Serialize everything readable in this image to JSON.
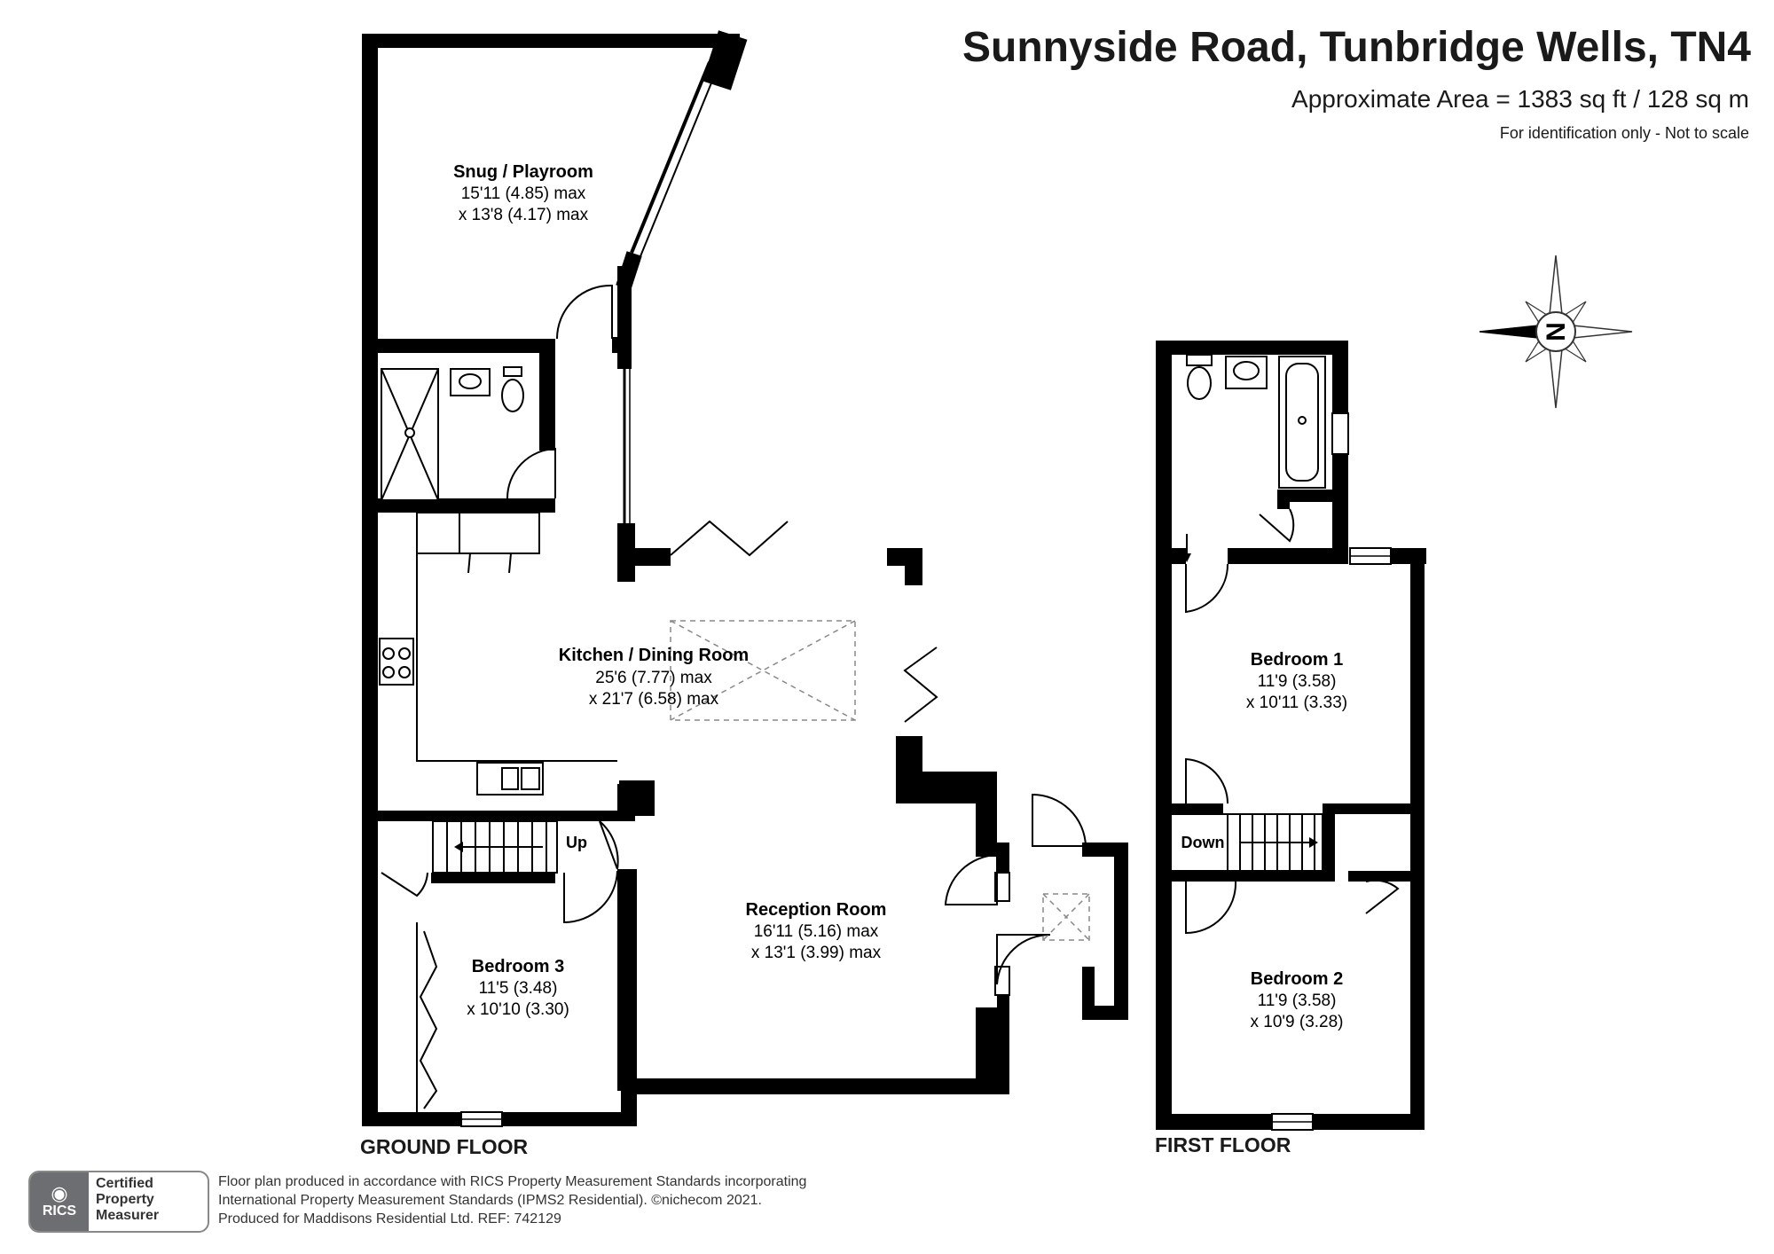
{
  "header": {
    "title": "Sunnyside Road, Tunbridge Wells, TN4",
    "area": "Approximate Area = 1383 sq ft / 128 sq m",
    "note": "For identification only - Not to scale"
  },
  "compass": {
    "label": "N"
  },
  "floors": {
    "ground": "GROUND FLOOR",
    "first": "FIRST FLOOR"
  },
  "rooms": {
    "snug": {
      "name": "Snug / Playroom",
      "dim1": "15'11 (4.85) max",
      "dim2": "x 13'8 (4.17) max"
    },
    "kitchen": {
      "name": "Kitchen / Dining Room",
      "dim1": "25'6 (7.77) max",
      "dim2": "x 21'7 (6.58) max"
    },
    "reception": {
      "name": "Reception Room",
      "dim1": "16'11 (5.16) max",
      "dim2": "x 13'1 (3.99) max"
    },
    "bedroom3": {
      "name": "Bedroom 3",
      "dim1": "11'5 (3.48)",
      "dim2": "x 10'10 (3.30)"
    },
    "bedroom1": {
      "name": "Bedroom 1",
      "dim1": "11'9 (3.58)",
      "dim2": "x 10'11 (3.33)"
    },
    "bedroom2": {
      "name": "Bedroom 2",
      "dim1": "11'9 (3.58)",
      "dim2": "x 10'9 (3.28)"
    }
  },
  "stairs": {
    "up": "Up",
    "down": "Down"
  },
  "badge": {
    "logo": "RICS",
    "line1": "Certified",
    "line2": "Property",
    "line3": "Measurer"
  },
  "footer": {
    "line1": "Floor plan produced in accordance with RICS Property Measurement Standards incorporating",
    "line2": "International Property Measurement Standards (IPMS2 Residential).   ©nichecom 2021.",
    "line3": "Produced for Maddisons Residential Ltd.   REF:  742129"
  }
}
